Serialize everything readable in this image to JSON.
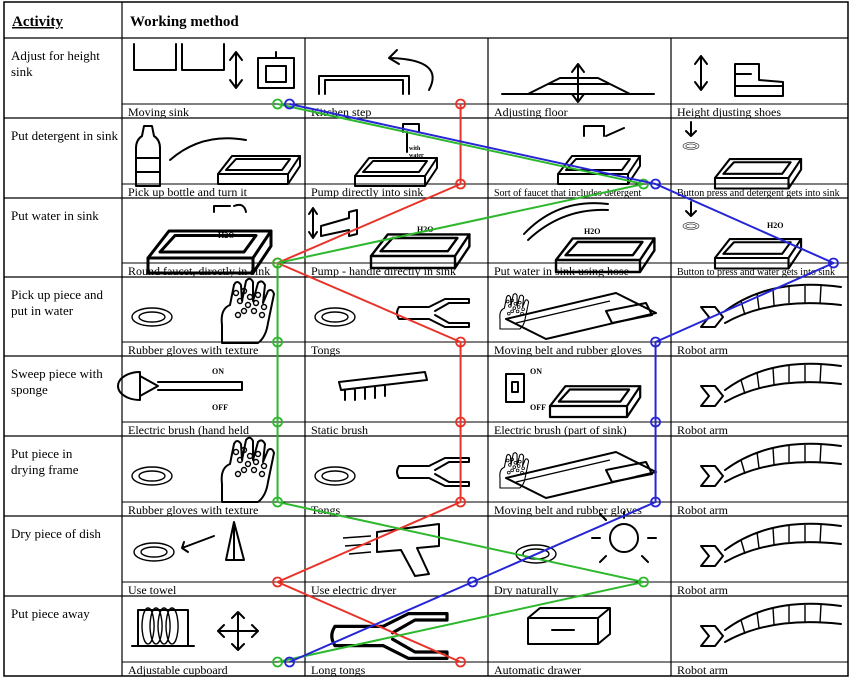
{
  "header": {
    "activity": "Activity",
    "working_method": "Working method"
  },
  "activities": [
    "Adjust for height\nsink",
    "Put detergent in sink",
    "Put water in sink",
    "Pick up piece and\nput in water",
    "Sweep piece with\nsponge",
    "Put piece in\ndrying frame",
    "Dry piece of dish",
    "Put piece away"
  ],
  "methods": [
    [
      "Moving sink",
      "Kitchen step",
      "Adjusting floor",
      "Height djusting shoes"
    ],
    [
      "Pick up bottle and turn it",
      "Pump directly into sink",
      "Sort of faucet that includes detergent",
      "Button press and detergent gets into sink"
    ],
    [
      "Round faucet, directly in sink",
      "Pump - handle directly in sink",
      "Put water in sink using hose",
      "Button to press and water gets into sink"
    ],
    [
      "Rubber gloves with texture",
      "Tongs",
      "Moving belt and rubber gloves",
      "Robot arm"
    ],
    [
      "Electric brush (hand held",
      "Static brush",
      "Electric brush (part of sink)",
      "Robot arm"
    ],
    [
      "Rubber gloves with texture",
      "Tongs",
      "Moving belt and rubber gloves",
      "Robot arm"
    ],
    [
      "Use towel",
      "Use electric dryer",
      "Dry naturally",
      "Robot arm"
    ],
    [
      "Adjustable cupboard",
      "Long tongs",
      "Automatic drawer",
      "Robot arm"
    ]
  ],
  "icon_text": {
    "on": "ON",
    "off": "OFF",
    "h2o": "H2O",
    "with_water": "with\nwater"
  },
  "concept_paths": [
    {
      "color": "#e8332a",
      "choice": [
        1,
        1,
        0,
        1,
        1,
        1,
        0,
        1
      ]
    },
    {
      "color": "#2db82d",
      "choice": [
        0,
        2,
        0,
        0,
        0,
        0,
        2,
        0
      ]
    },
    {
      "color": "#2626d6",
      "choice": [
        0,
        2,
        3,
        2,
        2,
        2,
        1,
        0
      ]
    }
  ]
}
